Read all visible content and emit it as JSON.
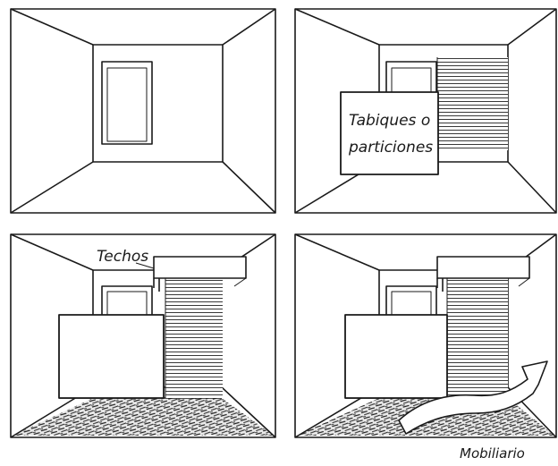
{
  "labels": {
    "partitions_line1": "Tabiques o",
    "partitions_line2": "particiones",
    "ceilings": "Techos",
    "furniture": "Mobiliario"
  }
}
